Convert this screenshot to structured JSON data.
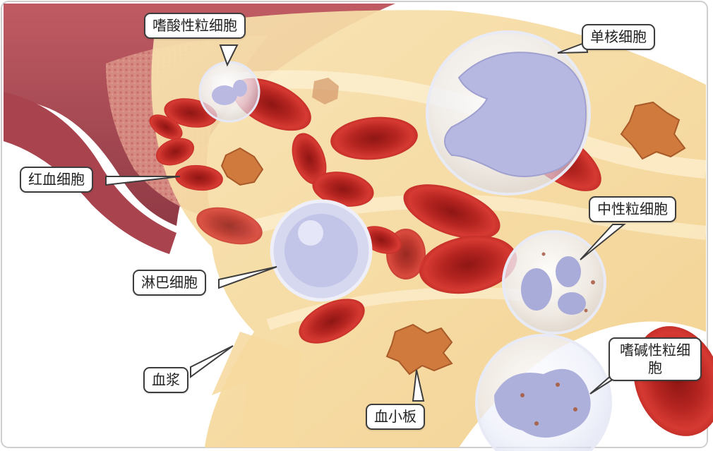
{
  "labels": {
    "eosinophil": "嗜酸性粒细胞",
    "monocyte": "单核细胞",
    "red_blood_cell": "红血细胞",
    "neutrophil": "中性粒细胞",
    "lymphocyte": "淋巴细胞",
    "basophil": "嗜碱性粒细胞",
    "plasma": "血浆",
    "platelet": "血小板"
  },
  "colors": {
    "vessel_wall": "#b8505a",
    "vessel_inner": "#d98a7e",
    "plasma": "#f6dca4",
    "red_cell": "#c42a26",
    "red_cell_center": "#9e1a18",
    "white_cell": "#cfd3ee",
    "nucleus": "#aaaad8",
    "platelet": "#d07a3e"
  }
}
